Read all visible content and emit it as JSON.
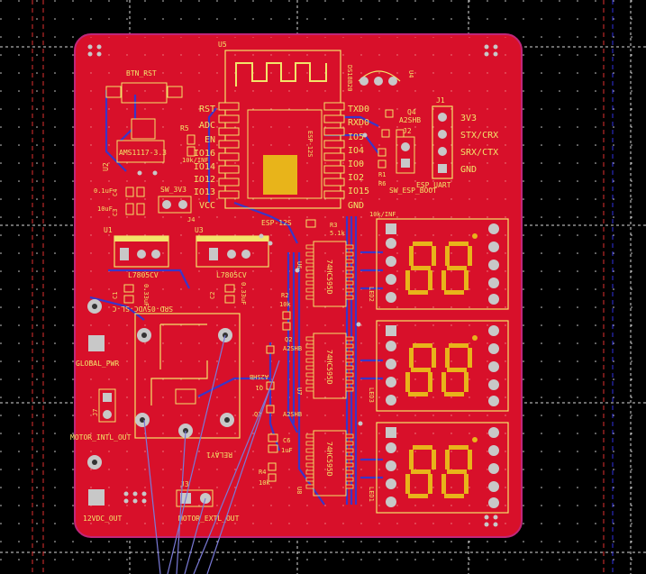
{
  "colors": {
    "background": "#000000",
    "board": "#d8102a",
    "board_edge": "#c0267a",
    "copper_bottom": "#2a3ad8",
    "silkscreen": "#f2e46a",
    "pad": "#c8c8c8",
    "segment": "#e8b41a",
    "ratsnest": "#7a7ad8",
    "grid": "#ffffff"
  },
  "labels": {
    "btn_rst": "BTN_RST",
    "u5": "U5",
    "esp12s_top": "ESP-12S",
    "esp12s_bottom": "ESP-12S",
    "ds18b20": "DS18B20",
    "u4": "U4",
    "j1": "J1",
    "j2": "J2",
    "q4": "Q4",
    "q4_val": "A2SHB",
    "r1": "R1",
    "r6": "R6",
    "r6_val": "10k/INF",
    "sw_esp_boot": "SW_ESP_BOOT",
    "esp_uart": "ESP_UART",
    "r5": "R5",
    "r5_val": "10k/INF",
    "u2": "U2",
    "ams": "AMS1117-3.3",
    "c4": "C4",
    "c4_val": "0.1uF",
    "c3": "C3",
    "c3_val": "10uF",
    "sw_3v3": "SW_3V3",
    "j4": "J4",
    "u1": "U1",
    "u3": "U3",
    "l7805_1": "L7805CV",
    "l7805_2": "L7805CV",
    "c1": "C1",
    "c1_val": "0.33uF",
    "c2": "C2",
    "c2_val": "0.33uF",
    "relay_part": "SRD-05VDC-SL-C",
    "relay1": "RELAY1",
    "global_pwr": "GLOBAL_PWR",
    "j7": "J7",
    "motor_intl_out": "MOTOR_INTL_OUT",
    "dc12_out": "12VDC_OUT",
    "j3": "J3",
    "motor_extl_out": "MOTOR_EXTL_OUT",
    "r3": "R3",
    "r3_val": "5.1k",
    "r2": "R2",
    "r2_val": "10k",
    "r4": "R4",
    "r4_val": "10k",
    "q2": "Q2",
    "q2_val": "A2SHB",
    "q1": "Q1",
    "q1_val": "A2SHB",
    "q3": "Q3",
    "q3_val": "A2SHB",
    "c6": "C6",
    "c6_val": "1uF",
    "u6": "U6",
    "u7": "U7",
    "u8": "U8",
    "hc595_1": "74HC595D",
    "hc595_2": "74HC595D",
    "hc595_3": "74HC595D",
    "led1": "LED1",
    "led2": "LED2",
    "led3": "LED3"
  },
  "esp_pins_left": [
    "RST",
    "ADC",
    "EN",
    "IO16",
    "IO14",
    "IO12",
    "IO13",
    "VCC"
  ],
  "esp_pins_right": [
    "TXD0",
    "RXD0",
    "IO5",
    "IO4",
    "IO0",
    "IO2",
    "IO15",
    "GND"
  ],
  "uart_pins": [
    "3V3",
    "STX/CRX",
    "SRX/CTX",
    "GND"
  ]
}
